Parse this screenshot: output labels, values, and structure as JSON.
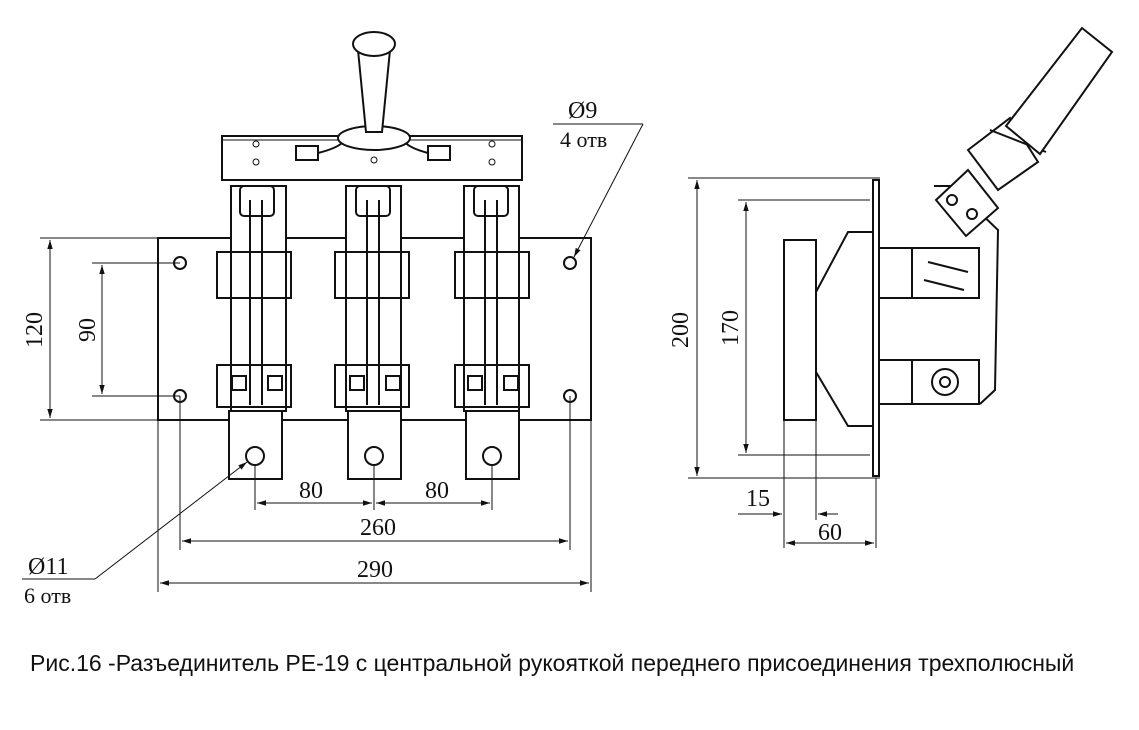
{
  "caption": "Рис.16 -Разъединитель РЕ-19 с центральной рукояткой переднего присоединения трехполюсный",
  "front_view": {
    "hole_large": {
      "size": "Ø11",
      "count": "6 отв"
    },
    "hole_small": {
      "size": "Ø9",
      "count": "4 отв"
    },
    "dims": {
      "pitch_left": "80",
      "pitch_right": "80",
      "mount_span": "260",
      "overall_width": "290",
      "overall_height": "120",
      "hole_vertical": "90"
    }
  },
  "side_view": {
    "dims": {
      "height_total": "200",
      "height_inner": "170",
      "base_thickness": "15",
      "depth": "60"
    }
  }
}
